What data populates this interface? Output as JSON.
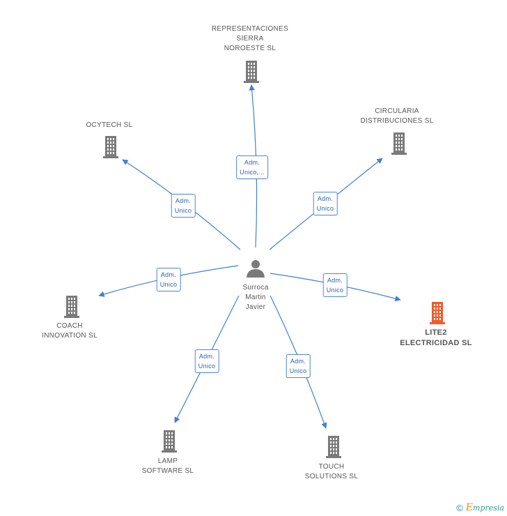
{
  "center": {
    "name_lines": [
      "Surroca",
      "Martin",
      "Javier"
    ]
  },
  "nodes": [
    {
      "id": "representaciones",
      "lines": [
        "REPRESENTACIONES",
        "SIERRA",
        "NOROESTE SL"
      ],
      "highlight": false,
      "edge_lines": [
        "Adm.",
        "Unico,..."
      ]
    },
    {
      "id": "ocytech",
      "lines": [
        "OCYTECH SL"
      ],
      "highlight": false,
      "edge_lines": [
        "Adm.",
        "Unico"
      ]
    },
    {
      "id": "circularia",
      "lines": [
        "CIRCULARIA",
        "DISTRIBUCIONES SL"
      ],
      "highlight": false,
      "edge_lines": [
        "Adm.",
        "Unico"
      ]
    },
    {
      "id": "coach",
      "lines": [
        "COACH",
        "INNOVATION SL"
      ],
      "highlight": false,
      "edge_lines": [
        "Adm.",
        "Unico"
      ]
    },
    {
      "id": "lite2",
      "lines": [
        "LITE2",
        "ELECTRICIDAD SL"
      ],
      "highlight": true,
      "edge_lines": [
        "Adm.",
        "Unico"
      ]
    },
    {
      "id": "lamp",
      "lines": [
        "LAMP",
        "SOFTWARE SL"
      ],
      "highlight": false,
      "edge_lines": [
        "Adm.",
        "Unico"
      ]
    },
    {
      "id": "touch",
      "lines": [
        "TOUCH",
        "SOLUTIONS SL"
      ],
      "highlight": false,
      "edge_lines": [
        "Adm.",
        "Unico"
      ]
    }
  ],
  "colors": {
    "edge": "#3f7fd6",
    "building": "#7a7a7a",
    "building_highlight": "#f15a2a",
    "person": "#7a7a7a"
  },
  "footer": {
    "copyright": "©",
    "brand_initial": "E",
    "brand_rest": "mpresia"
  }
}
